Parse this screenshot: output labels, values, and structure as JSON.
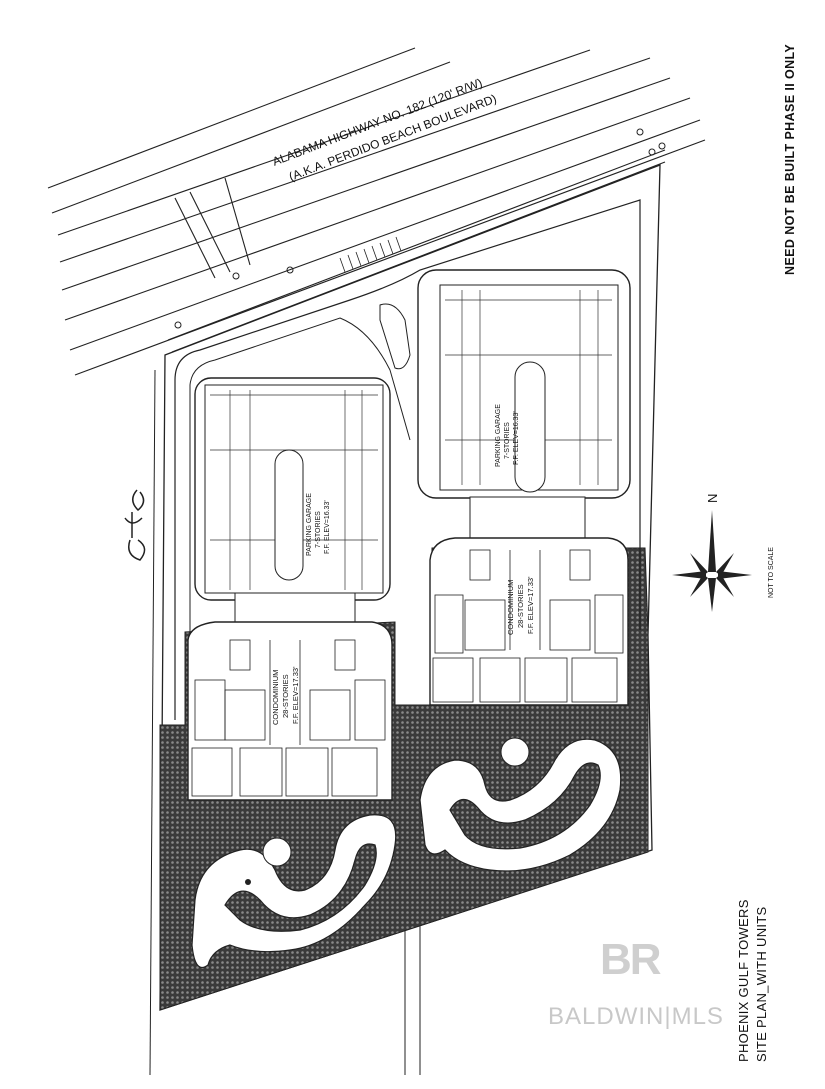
{
  "plan_labels": {
    "highway_name": "ALABAMA HIGHWAY NO. 182 (120' R/W)",
    "highway_aka": "(A.K.A. PERDIDO BEACH BOULEVARD)",
    "garage1_line1": "PARKING GARAGE",
    "garage1_line2": "7-STORIES",
    "garage1_line3": "F.F. ELEV=16.33'",
    "garage2_line1": "PARKING GARAGE",
    "garage2_line2": "7-STORIES",
    "garage2_line3": "F.F. ELEV=16.33'",
    "condo1_line1": "CONDOMINIUM",
    "condo1_line2": "28-STORIES",
    "condo1_line3": "F.F. ELEV=17.33'",
    "condo2_line1": "CONDOMINIUM",
    "condo2_line2": "28-STORIES",
    "condo2_line3": "F.F. ELEV=17.33'",
    "north": "N",
    "not_to_scale": "NOT TO SCALE"
  },
  "note": "NEED NOT BE BUILT PHASE II ONLY",
  "title": {
    "line1": "PHOENIX GULF TOWERS",
    "line2": "SITE PLAN_WITH UNITS"
  },
  "watermark": {
    "logo": "BR",
    "text": "BALDWIN|MLS"
  },
  "colors": {
    "ink": "#1a1a1a",
    "hatch": "#2b2b2b",
    "watermark": "#c8c8c8"
  }
}
